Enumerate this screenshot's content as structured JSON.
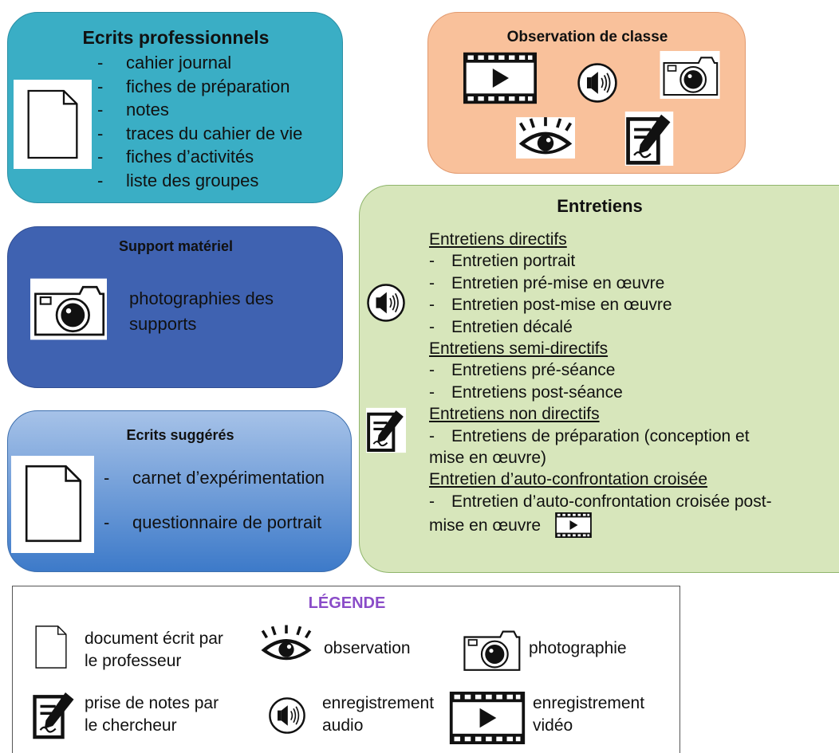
{
  "ecrits_professionnels": {
    "title": "Ecrits professionnels",
    "items": [
      "cahier journal",
      "fiches de préparation",
      "notes",
      "traces du cahier de vie",
      "fiches d’activités",
      "liste des groupes"
    ],
    "fill": "#3aaec5"
  },
  "observation_de_classe": {
    "title": "Observation de classe",
    "fill": "#f9c19b"
  },
  "support_materiel": {
    "title": "Support matériel",
    "text_line1": "photographies des",
    "text_line2": "supports",
    "fill": "#3f62b1"
  },
  "ecrits_suggeres": {
    "title": "Ecrits suggérés",
    "items": [
      "carnet d’expérimentation",
      "questionnaire de portrait"
    ],
    "fill": "#6f9bd9"
  },
  "entretiens": {
    "title": "Entretiens",
    "fill": "#d7e6bb",
    "sections": [
      {
        "heading": "Entretiens directifs",
        "items": [
          "Entretien portrait",
          "Entretien pré-mise en œuvre",
          "Entretien post-mise en œuvre",
          "Entretien décalé"
        ]
      },
      {
        "heading": "Entretiens semi-directifs",
        "items": [
          "Entretiens pré-séance",
          "Entretiens post-séance"
        ]
      },
      {
        "heading": "Entretiens non directifs",
        "items": [
          "Entretiens de préparation (conception et",
          "mise en œuvre)"
        ]
      },
      {
        "heading": "Entretien d’auto-confrontation croisée",
        "items": [
          "Entretien d’auto-confrontation croisée post-",
          "mise en œuvre"
        ]
      }
    ]
  },
  "legende": {
    "title": "LÉGENDE",
    "title_color": "#8a4cc8",
    "document": [
      "document écrit par",
      "le professeur"
    ],
    "observation": [
      "observation"
    ],
    "photographie": [
      "photographie"
    ],
    "prise_de_notes": [
      "prise de notes par",
      "le chercheur"
    ],
    "audio": [
      "enregistrement",
      "audio"
    ],
    "video": [
      "enregistrement",
      "vidéo"
    ]
  },
  "icons": [
    "document-icon",
    "camera-icon",
    "video-icon",
    "audio-icon",
    "eye-icon",
    "note-taking-icon"
  ]
}
